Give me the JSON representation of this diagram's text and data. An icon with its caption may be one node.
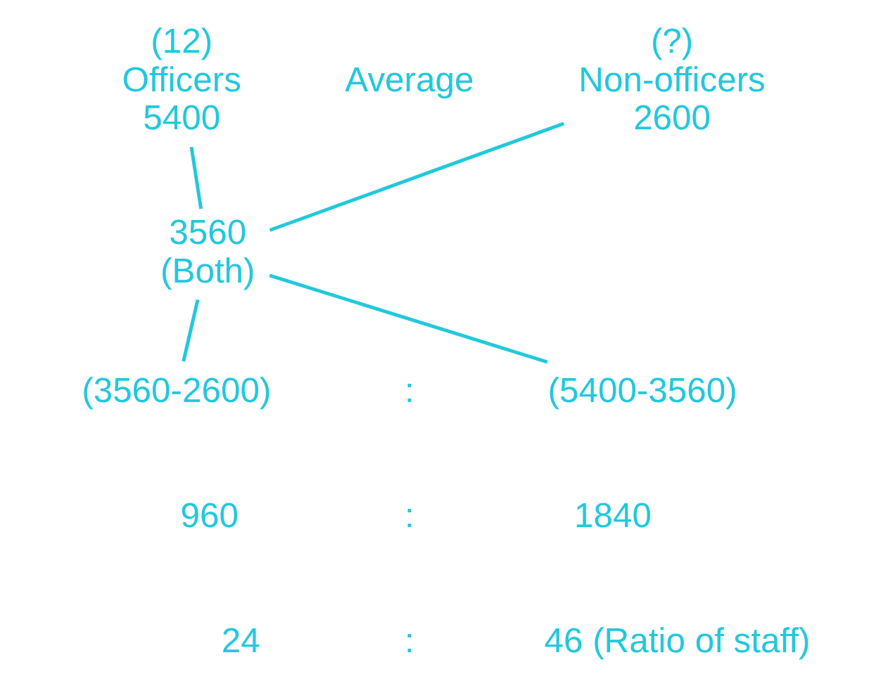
{
  "diagram": {
    "nodes": [
      {
        "text": [
          "(12)",
          "Officers",
          "5400"
        ]
      },
      {
        "text": [
          "(?)",
          "Non-officers",
          "2600"
        ]
      },
      {
        "text": [
          "3560",
          "(Both)"
        ]
      },
      {
        "text": [
          "(3560-2600)"
        ]
      },
      {
        "text": [
          "(5400-3560)"
        ]
      }
    ],
    "edges": [
      {
        "from": 0,
        "to": 2,
        "arrow": "none"
      },
      {
        "from": 1,
        "to": 2,
        "arrow": "none"
      },
      {
        "from": 2,
        "to": 3,
        "arrow": "none"
      },
      {
        "from": 2,
        "to": 4,
        "arrow": "none"
      }
    ],
    "labels": [
      "Average",
      ":",
      "960",
      ":",
      "1840",
      "24",
      ":",
      "46 (Ratio of staff)"
    ]
  }
}
